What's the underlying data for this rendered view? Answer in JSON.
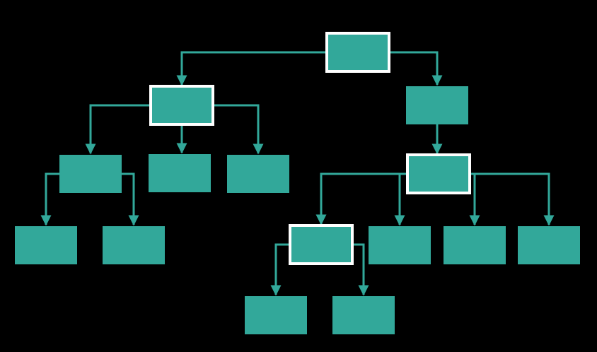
{
  "colors": {
    "background": "#000000",
    "node_fill": "#32a89a",
    "connector": "#32a89a",
    "highlight_border": "#ffffff"
  },
  "tree": {
    "root": "n1",
    "nodes": [
      {
        "id": "n1",
        "label": "",
        "highlighted": true,
        "children": [
          "n2",
          "n3"
        ]
      },
      {
        "id": "n2",
        "label": "",
        "highlighted": true,
        "children": [
          "n4",
          "n5",
          "n6"
        ]
      },
      {
        "id": "n3",
        "label": "",
        "highlighted": false,
        "children": [
          "n7"
        ]
      },
      {
        "id": "n4",
        "label": "",
        "highlighted": false,
        "children": [
          "n8",
          "n9"
        ]
      },
      {
        "id": "n5",
        "label": "",
        "highlighted": false,
        "children": []
      },
      {
        "id": "n6",
        "label": "",
        "highlighted": false,
        "children": []
      },
      {
        "id": "n7",
        "label": "",
        "highlighted": true,
        "children": [
          "n10",
          "n11",
          "n12",
          "n13"
        ]
      },
      {
        "id": "n8",
        "label": "",
        "highlighted": false,
        "children": []
      },
      {
        "id": "n9",
        "label": "",
        "highlighted": false,
        "children": []
      },
      {
        "id": "n10",
        "label": "",
        "highlighted": true,
        "children": [
          "n14",
          "n15"
        ]
      },
      {
        "id": "n11",
        "label": "",
        "highlighted": false,
        "children": []
      },
      {
        "id": "n12",
        "label": "",
        "highlighted": false,
        "children": []
      },
      {
        "id": "n13",
        "label": "",
        "highlighted": false,
        "children": []
      },
      {
        "id": "n14",
        "label": "",
        "highlighted": false,
        "children": []
      },
      {
        "id": "n15",
        "label": "",
        "highlighted": false,
        "children": []
      }
    ]
  }
}
